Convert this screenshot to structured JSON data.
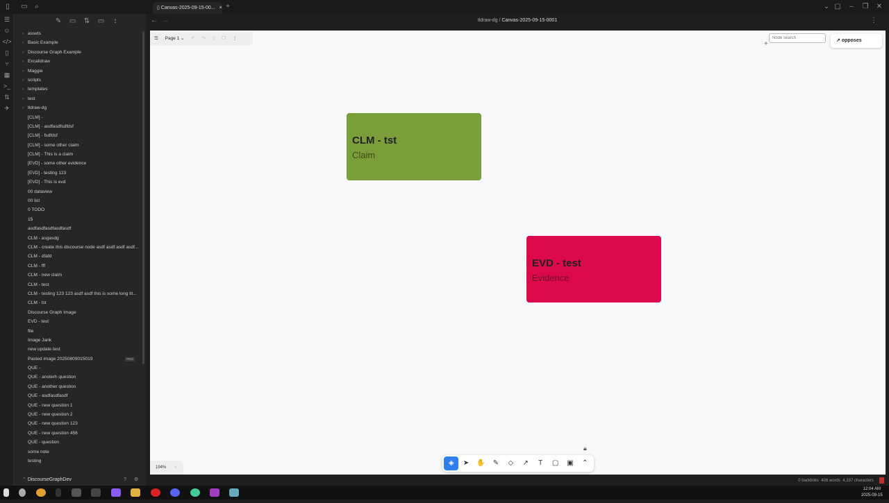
{
  "tab": {
    "title": "Canvas-2025-09-15-00...",
    "close": "×",
    "new": "+"
  },
  "breadcrumb": {
    "folder": "tldraw-dg",
    "sep": "/",
    "file": "Canvas-2025-09-15-0001"
  },
  "files": [
    {
      "label": "assets",
      "folder": true
    },
    {
      "label": "Basic Example",
      "folder": true
    },
    {
      "label": "Discourse Graph Example",
      "folder": true
    },
    {
      "label": "Excalidraw",
      "folder": true
    },
    {
      "label": "Maggie",
      "folder": true
    },
    {
      "label": "scripts",
      "folder": true
    },
    {
      "label": "templates",
      "folder": true
    },
    {
      "label": "test",
      "folder": true
    },
    {
      "label": "tldraw-dg",
      "folder": true
    },
    {
      "label": "[CLM] -"
    },
    {
      "label": "[CLM] - asdfasdfsdfdsf"
    },
    {
      "label": "[CLM] - fsdfdsf"
    },
    {
      "label": "[CLM] - some other claim"
    },
    {
      "label": "[CLM] - This is a claim"
    },
    {
      "label": "[EVD] - some other evidence"
    },
    {
      "label": "[EVD] - testing 123"
    },
    {
      "label": "[EVD] - This is evd"
    },
    {
      "label": "00 dataview"
    },
    {
      "label": "00 list"
    },
    {
      "label": "0 TODO"
    },
    {
      "label": "15"
    },
    {
      "label": "asdfasdfasdfasdfasdf"
    },
    {
      "label": "CLM - asgasdg"
    },
    {
      "label": "CLM - create this discourse node asdf asdf asdf asdf..."
    },
    {
      "label": "CLM - dfafd"
    },
    {
      "label": "CLM - fff"
    },
    {
      "label": "CLM - new claim"
    },
    {
      "label": "CLM - test"
    },
    {
      "label": "CLM - testing 123 123 asdf asdf this is some long tit..."
    },
    {
      "label": "CLM - tst"
    },
    {
      "label": "Discourse Graph Image"
    },
    {
      "label": "EVD - test"
    },
    {
      "label": "file"
    },
    {
      "label": "Image Jank"
    },
    {
      "label": "new update test"
    },
    {
      "label": "Pasted image 20250809015019",
      "badge": "PNG"
    },
    {
      "label": "QUE -"
    },
    {
      "label": "QUE - anoterh question"
    },
    {
      "label": "QUE - another question"
    },
    {
      "label": "QUE - asdfasdfasdf"
    },
    {
      "label": "QUE - new question 1"
    },
    {
      "label": "QUE - new question 2"
    },
    {
      "label": "QUE - new question 123"
    },
    {
      "label": "QUE - new question 456"
    },
    {
      "label": "QUE - question"
    },
    {
      "label": "some note"
    },
    {
      "label": "testing"
    }
  ],
  "vault": {
    "name": "DiscourseGraphDev"
  },
  "canvas": {
    "page": "Page 1",
    "search_placeholder": "Node search",
    "relation": "opposes",
    "zoom": "194%",
    "nodes": [
      {
        "title": "CLM - tst",
        "type": "Claim",
        "color": "#7a9e3a"
      },
      {
        "title": "EVD - test",
        "type": "Evidence",
        "color": "#dc0a4a"
      }
    ]
  },
  "status": {
    "backlinks": "0 backlinks",
    "words": "406 words",
    "chars": "4,337 characters"
  },
  "clock": {
    "time": "12:04 AM",
    "date": "2025-09-15"
  }
}
